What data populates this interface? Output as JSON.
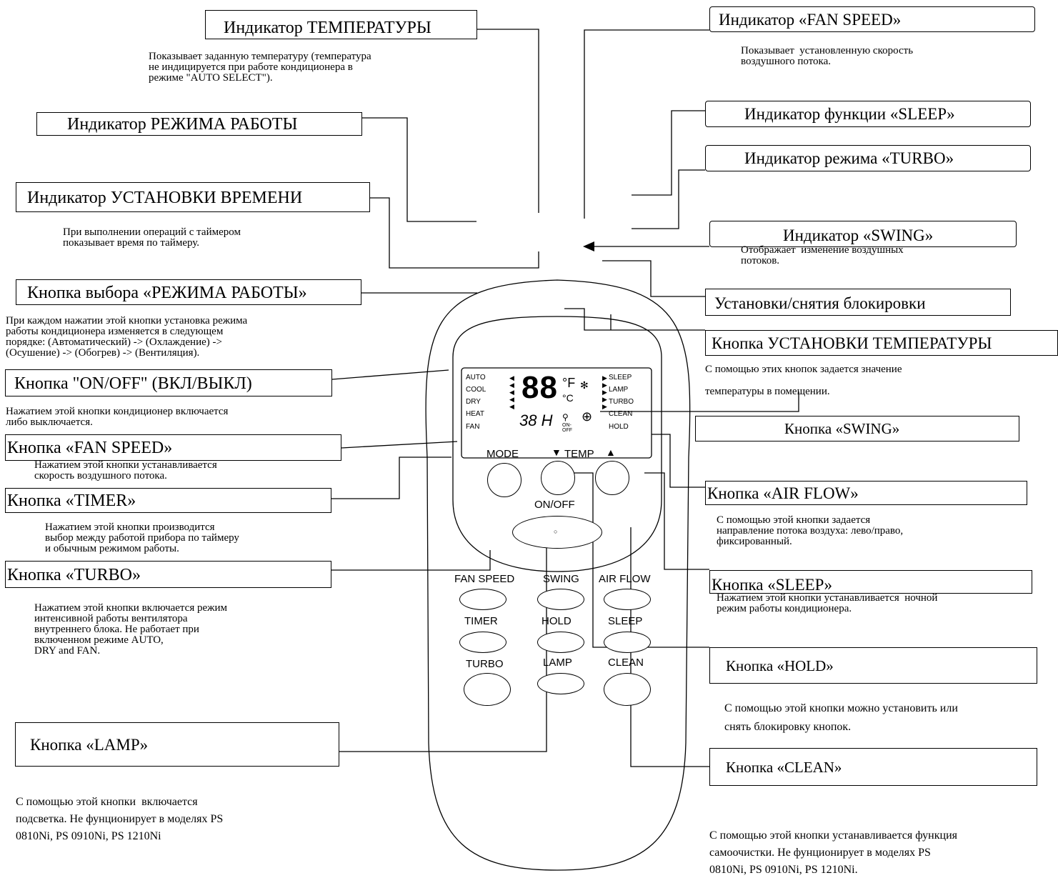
{
  "callouts": {
    "temp_indicator": "Индикатор ТЕМПЕРАТУРЫ",
    "temp_indicator_desc": "Показывает заданную температуру (температура\nне индицируется при работе кондиционера в\nрежиме \"AUTO SELECT\").",
    "mode_indicator": "Индикатор РЕЖИМА РАБОТЫ",
    "time_indicator": "Индикатор УСТАНОВКИ ВРЕМЕНИ",
    "time_indicator_desc": "При выполнении операций с таймером\nпоказывает время по таймеру.",
    "mode_button": "Кнопка выбора «РЕЖИМА РАБОТЫ»",
    "mode_button_desc": "При каждом нажатии этой кнопки установка режима\nработы кондиционера изменяется в следующем\nпорядке: (Автоматический) -> (Охлаждение) ->\n(Осушение) -> (Обогрев) -> (Вентиляция).",
    "onoff_button": "Кнопка \"ON/OFF\" (ВКЛ/ВЫКЛ)",
    "onoff_button_desc": "Нажатием этой кнопки кондиционер включается\nлибо выключается.",
    "fanspeed_button": "Кнопка «FAN SPEED»",
    "fanspeed_button_desc": "Нажатием этой кнопки устанавливается\nскорость воздушного потока.",
    "timer_button": "Кнопка «TIMER»",
    "timer_button_desc": "Нажатием этой кнопки производится\nвыбор между работой прибора по таймеру\nи обычным режимом работы.",
    "turbo_button": "Кнопка «TURBO»",
    "turbo_button_desc": "Нажатием этой кнопки включается режим\nинтенсивной работы вентилятора\nвнутреннего блока. Не работает при\nвключенном режиме AUTO,\nDRY and FAN.",
    "lamp_button": "Кнопка «LAMP»",
    "lamp_button_desc": "С помощью этой кнопки  включается\nподсветка. Не фунционирует в моделях PS\n0810Ni, PS 0910Ni, PS 1210Ni",
    "fanspeed_indicator": "Индикатор «FAN SPEED»",
    "fanspeed_indicator_desc": "Показывает  установленную скорость\nвоздушного потока.",
    "sleep_indicator": "Индикатор функции «SLEEP»",
    "turbo_indicator": "Индикатор режима «TURBO»",
    "swing_indicator": "Индикатор «SWING»",
    "swing_indicator_desc": "Отображает  изменение воздушных\nпотоков.",
    "lock": "Установки/снятия блокировки",
    "temp_button": "Кнопка УСТАНОВКИ ТЕМПЕРАТУРЫ",
    "temp_button_desc": "С помощью этих кнопок задается значение\nтемпературы в помещении.",
    "swing_button": "Кнопка «SWING»",
    "airflow_button": "Кнопка «AIR FLOW»",
    "airflow_button_desc": "С помощью этой кнопки задается\nнаправление потока воздуха: лево/право,\nфиксированный.",
    "sleep_button": "Кнопка «SLEEP»",
    "sleep_button_desc": "Нажатием этой кнопки устанавливается  ночной\nрежим работы кондиционера.",
    "hold_button": "Кнопка «HOLD»",
    "hold_button_desc": "С помощью этой кнопки можно установить или\nснять блокировку кнопок.",
    "clean_button": "Кнопка «CLEAN»",
    "clean_button_desc": "С помощью этой кнопки устанавливается функция\nсамоочистки. Не фунционирует в моделях PS\n0810Ni, PS 0910Ni, PS 1210Ni."
  },
  "remote": {
    "lcd_left": [
      "AUTO",
      "COOL",
      "DRY",
      "HEAT",
      "FAN"
    ],
    "lcd_right": [
      "SLEEP",
      "LAMP",
      "TURBO",
      "CLEAN",
      "HOLD"
    ],
    "lcd_temp": "88",
    "lcd_unit_f": "°F",
    "lcd_unit_c": "°C",
    "lcd_timer": "38 H",
    "lcd_onoff": "ON-\nOFF",
    "mode": "MODE",
    "temp": "TEMP",
    "onoff": "ON/OFF",
    "fan_speed": "FAN SPEED",
    "swing": "SWING",
    "air_flow": "AIR FLOW",
    "timer": "TIMER",
    "hold": "HOLD",
    "sleep": "SLEEP",
    "turbo": "TURBO",
    "lamp": "LAMP",
    "clean": "CLEAN"
  }
}
